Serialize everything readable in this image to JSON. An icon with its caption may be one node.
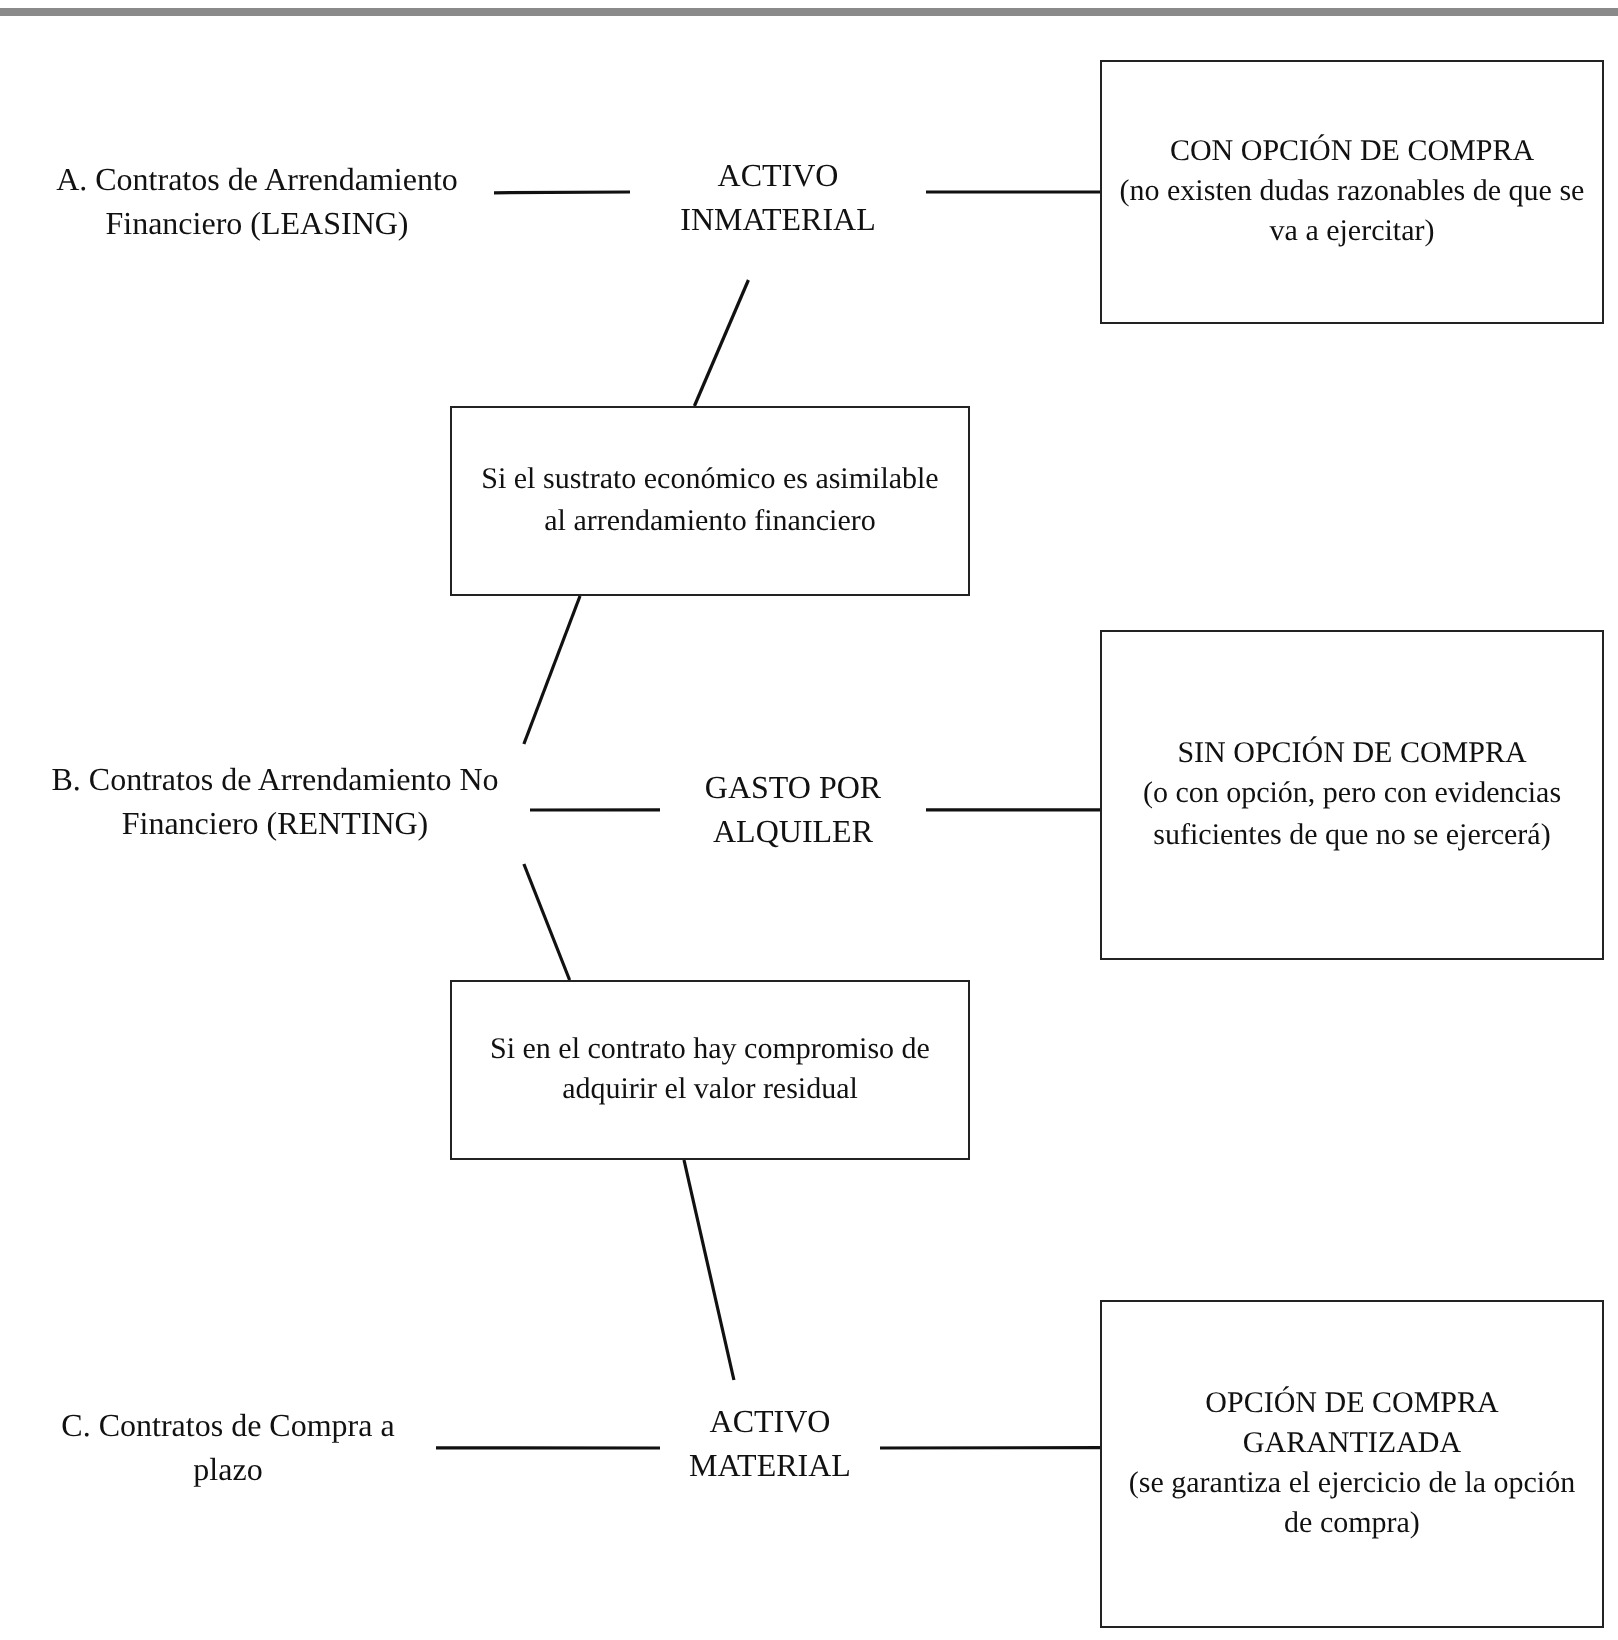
{
  "diagram": {
    "nodes": [
      {
        "text": [
          "A. Contratos de Arrendamiento Financiero (LEASING)"
        ]
      },
      {
        "text": [
          "ACTIVO INMATERIAL"
        ]
      },
      {
        "text": [
          "CON OPCIÓN DE COMPRA",
          "(no existen dudas razonables de que se va a ejercitar)"
        ]
      },
      {
        "text": [
          "Si el sustrato económico es asimilable al arrendamiento financiero"
        ]
      },
      {
        "text": [
          "B. Contratos de Arrendamiento No Financiero (RENTING)"
        ]
      },
      {
        "text": [
          "GASTO POR ALQUILER"
        ]
      },
      {
        "text": [
          "SIN OPCIÓN DE COMPRA",
          "(o con opción, pero con evidencias suficientes de que no se ejercerá)"
        ]
      },
      {
        "text": [
          "Si en el contrato hay compromiso de adquirir el valor residual"
        ]
      },
      {
        "text": [
          "C. Contratos de Compra a plazo"
        ]
      },
      {
        "text": [
          "ACTIVO MATERIAL"
        ]
      },
      {
        "text": [
          "OPCIÓN DE COMPRA GARANTIZADA",
          "(se garantiza el ejercicio de la opción de compra)"
        ]
      }
    ],
    "edges": [
      {
        "from": 0,
        "to": 1,
        "arrow": "none"
      },
      {
        "from": 1,
        "to": 2,
        "arrow": "none"
      },
      {
        "from": 1,
        "to": 3,
        "arrow": "none"
      },
      {
        "from": 3,
        "to": 4,
        "arrow": "none"
      },
      {
        "from": 4,
        "to": 5,
        "arrow": "none"
      },
      {
        "from": 5,
        "to": 6,
        "arrow": "none"
      },
      {
        "from": 4,
        "to": 7,
        "arrow": "none"
      },
      {
        "from": 7,
        "to": 9,
        "arrow": "none"
      },
      {
        "from": 8,
        "to": 9,
        "arrow": "none"
      },
      {
        "from": 9,
        "to": 10,
        "arrow": "none"
      }
    ]
  }
}
